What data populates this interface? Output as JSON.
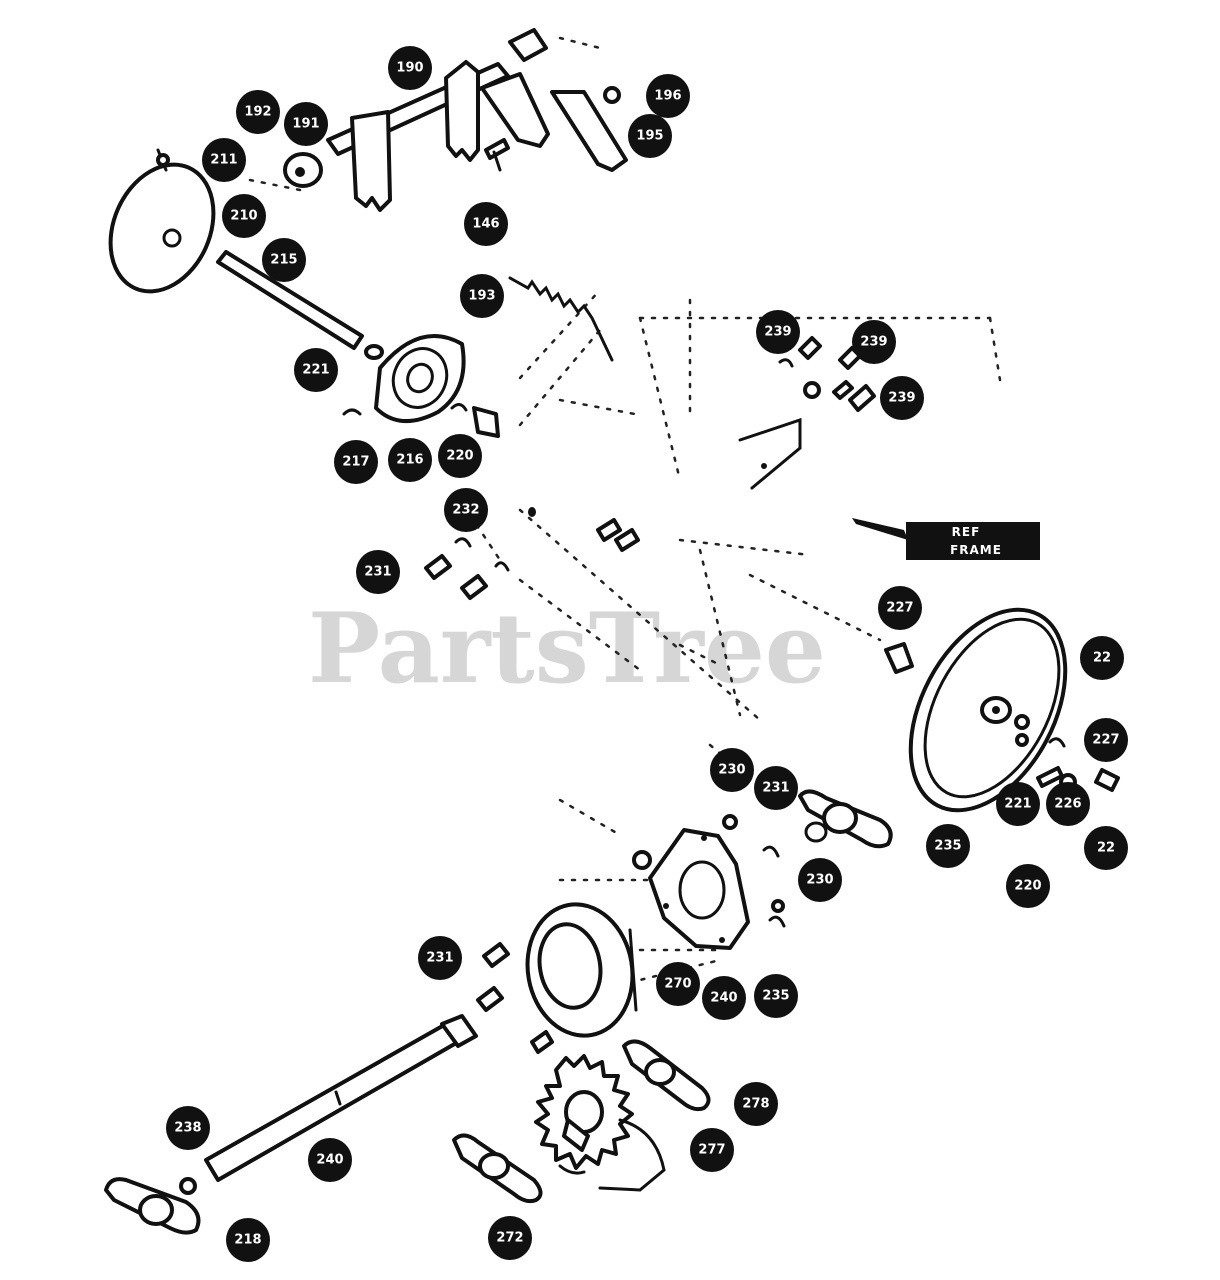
{
  "watermark": "PartsTree",
  "reference_label": {
    "line1": "REF",
    "line2": "FRAME"
  },
  "callouts": [
    {
      "id": "c190",
      "label": "190"
    },
    {
      "id": "c192",
      "label": "192"
    },
    {
      "id": "c191",
      "label": "191"
    },
    {
      "id": "c211",
      "label": "211"
    },
    {
      "id": "c210",
      "label": "210"
    },
    {
      "id": "c196",
      "label": "196"
    },
    {
      "id": "c195",
      "label": "195"
    },
    {
      "id": "c146",
      "label": "146"
    },
    {
      "id": "c215",
      "label": "215"
    },
    {
      "id": "c193",
      "label": "193"
    },
    {
      "id": "c221",
      "label": "221"
    },
    {
      "id": "c217",
      "label": "217"
    },
    {
      "id": "c216",
      "label": "216"
    },
    {
      "id": "c220",
      "label": "220"
    },
    {
      "id": "c232",
      "label": "232"
    },
    {
      "id": "c231",
      "label": "231"
    },
    {
      "id": "c239a",
      "label": "239"
    },
    {
      "id": "c239b",
      "label": "239"
    },
    {
      "id": "c239c",
      "label": "239"
    },
    {
      "id": "c227a",
      "label": "227"
    },
    {
      "id": "c22a",
      "label": "22"
    },
    {
      "id": "c227b",
      "label": "227"
    },
    {
      "id": "c221b",
      "label": "221"
    },
    {
      "id": "c226",
      "label": "226"
    },
    {
      "id": "c22b",
      "label": "22"
    },
    {
      "id": "c220b",
      "label": "220"
    },
    {
      "id": "c230",
      "label": "230"
    },
    {
      "id": "c231b",
      "label": "231"
    },
    {
      "id": "c235",
      "label": "235"
    },
    {
      "id": "c230b",
      "label": "230"
    },
    {
      "id": "c240a",
      "label": "240"
    },
    {
      "id": "c235b",
      "label": "235"
    },
    {
      "id": "c231c",
      "label": "231"
    },
    {
      "id": "c270",
      "label": "270"
    },
    {
      "id": "c278",
      "label": "278"
    },
    {
      "id": "c238",
      "label": "238"
    },
    {
      "id": "c240b",
      "label": "240"
    },
    {
      "id": "c218",
      "label": "218"
    },
    {
      "id": "c277",
      "label": "277"
    },
    {
      "id": "c272",
      "label": "272"
    }
  ]
}
